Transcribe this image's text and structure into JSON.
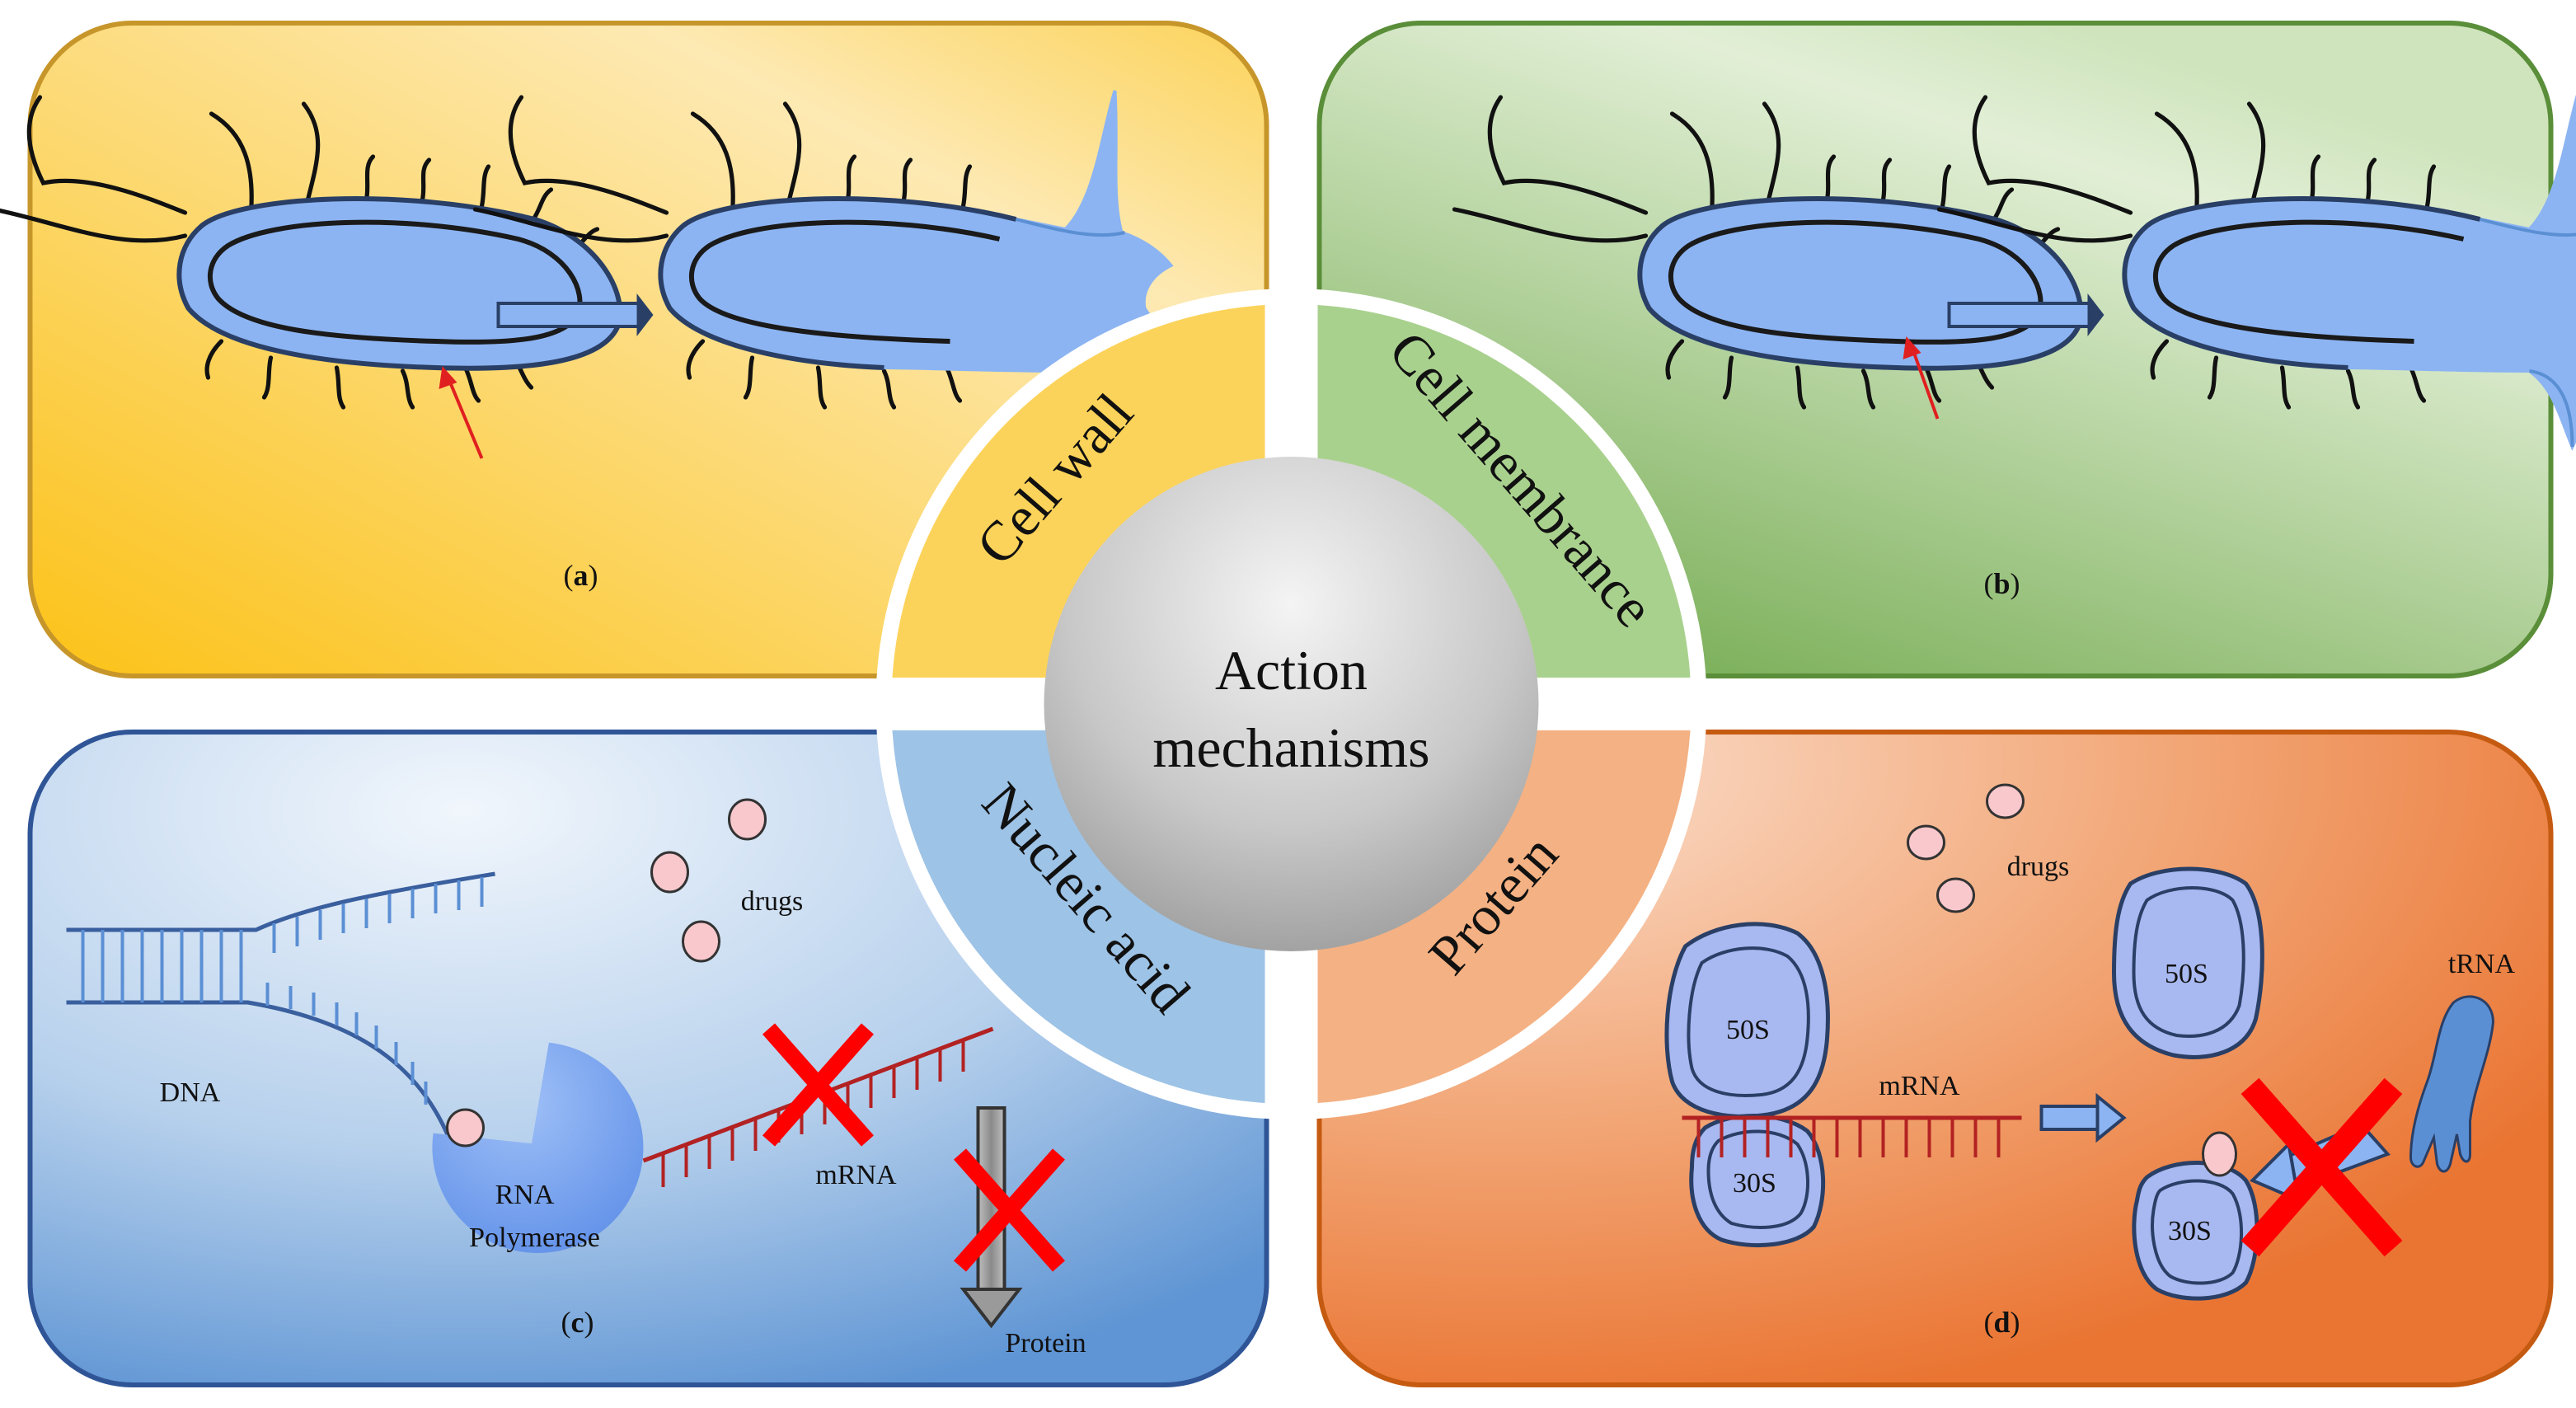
{
  "center": {
    "line1": "Action",
    "line2": "mechanisms"
  },
  "quadrants": {
    "cell_wall": {
      "ring_label": "Cell wall",
      "caption_letter": "a",
      "color": "#fbc42c"
    },
    "cell_membrane": {
      "ring_label": "Cell membrance",
      "caption_letter": "b",
      "color": "#70ad47"
    },
    "nucleic_acid": {
      "ring_label": "Nucleic acid",
      "caption_letter": "c",
      "color": "#5b9bd5",
      "labels": {
        "dna": "DNA",
        "drugs": "drugs",
        "rna_polymerase_1": "RNA",
        "rna_polymerase_2": "Polymerase",
        "mrna": "mRNA",
        "protein": "Protein"
      }
    },
    "protein": {
      "ring_label": "Protein",
      "caption_letter": "d",
      "color": "#ed7d31",
      "labels": {
        "drugs": "drugs",
        "subunit_50s_1": "50S",
        "subunit_30s_1": "30S",
        "mrna": "mRNA",
        "subunit_50s_2": "50S",
        "subunit_30s_2": "30S",
        "trna": "tRNA"
      }
    }
  },
  "colors": {
    "bacterium_fill": "#8cb4f2",
    "bacterium_stroke": "#2a3f66",
    "inhibit_x": "#ff0000",
    "drug_fill": "#f8c8cc",
    "dna_blue": "#3a5f9e",
    "mrna_red": "#b22222",
    "ribosome_fill": "#a8b8f0",
    "trna_blue": "#5b8fd4"
  }
}
